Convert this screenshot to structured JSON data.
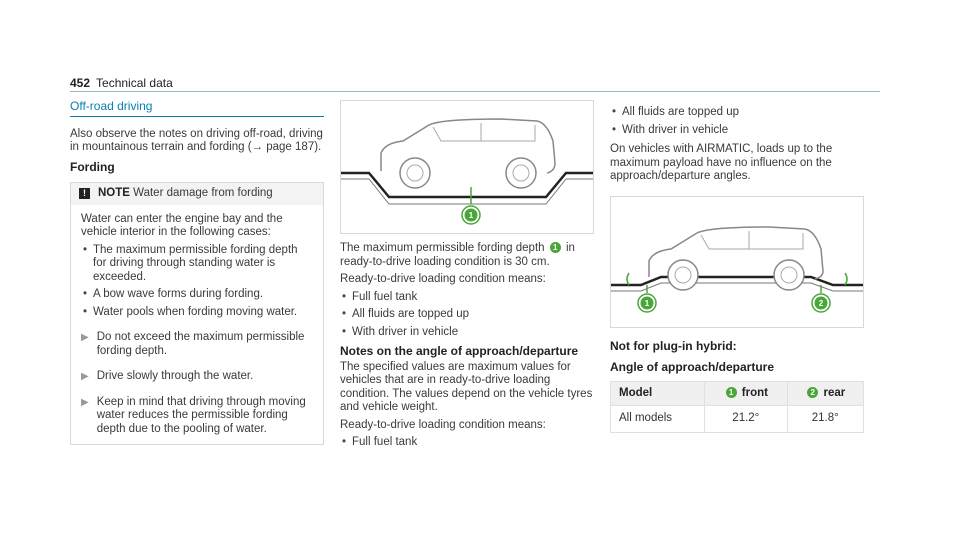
{
  "header": {
    "page_number": "452",
    "section": "Technical data"
  },
  "col1": {
    "title": "Off-road driving",
    "intro": "Also observe the notes on driving off-road, driving in mountainous terrain and fording (→ page 187).",
    "fording_heading": "Fording",
    "note": {
      "label": "NOTE",
      "text": "Water damage from fording",
      "lead": "Water can enter the engine bay and the vehicle interior in the following cases:",
      "items": [
        "The maximum permissible fording depth for driving through standing water is exceeded.",
        "A bow wave forms during fording.",
        "Water pools when fording moving water."
      ],
      "steps": [
        "Do not exceed the maximum permissible fording depth.",
        "Drive slowly through the water.",
        "Keep in mind that driving through moving water reduces the permissible fording depth due to the pooling of water."
      ]
    }
  },
  "col2": {
    "fig_badge": "1",
    "text1_a": "The maximum permissible fording depth",
    "text1_b": "in ready-to-drive loading condition is 30 cm.",
    "loading_lead": "Ready-to-drive loading condition means:",
    "loading_items": [
      "Full fuel tank",
      "All fluids are topped up",
      "With driver in vehicle"
    ],
    "angle_heading": "Notes on the angle of approach/departure",
    "angle_text": "The specified values are maximum values for vehicles that are in ready-to-drive loading condition. The values depend on the vehicle tyres and vehicle weight.",
    "loading_lead2": "Ready-to-drive loading condition means:",
    "loading_items2": [
      "Full fuel tank"
    ]
  },
  "col3": {
    "items": [
      "All fluids are topped up",
      "With driver in vehicle"
    ],
    "airmatic": "On vehicles with AIRMATIC, loads up to the maximum payload have no influence on the approach/departure angles.",
    "fig_badges": [
      "1",
      "2"
    ],
    "not_hybrid": "Not for plug-in hybrid:",
    "table_heading": "Angle of approach/departure",
    "table": {
      "col_model": "Model",
      "col_front_badge": "1",
      "col_front": "front",
      "col_rear_badge": "2",
      "col_rear": "rear",
      "rows": [
        {
          "model": "All models",
          "front": "21.2°",
          "rear": "21.8°"
        }
      ]
    }
  }
}
